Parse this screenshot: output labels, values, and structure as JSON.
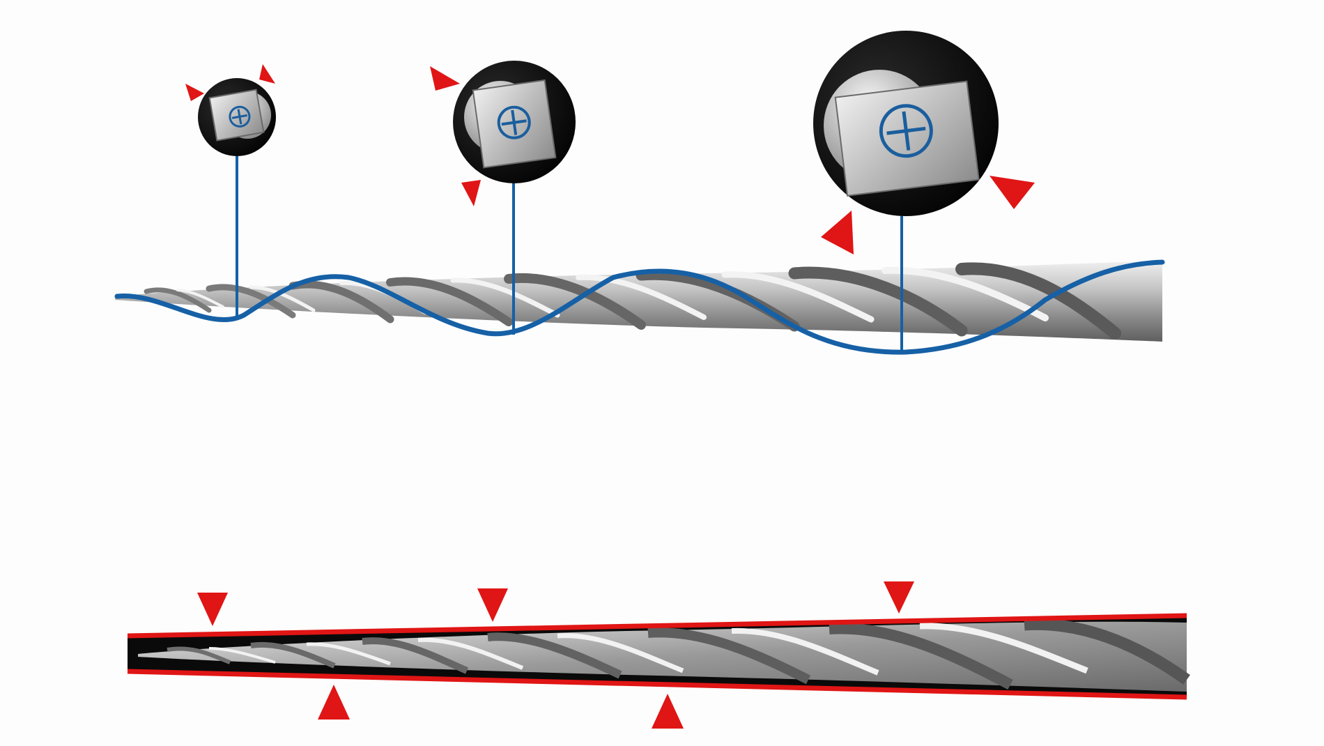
{
  "diagram": {
    "colors": {
      "background": "#fdfdfd",
      "file_steel_light": "#e2e2e2",
      "file_steel_mid": "#a9a9a9",
      "file_steel_dark": "#5f5f5f",
      "helix_line": "#1660a6",
      "marker": "#e01515",
      "canal_wall": "#e01515",
      "canal_fill": "#0a0a0a",
      "callout_disc": "#0a0a0a",
      "cross_section_square": "#c9c9c9",
      "cross_section_center": "#1a5e9e"
    },
    "upper_panel": {
      "subject": "twisted-file-with-blue-helix",
      "callouts": [
        {
          "name": "cross-section-small",
          "icon": "square-cross-section-icon",
          "arrows": 2
        },
        {
          "name": "cross-section-medium",
          "icon": "square-cross-section-icon",
          "arrows": 2
        },
        {
          "name": "cross-section-large",
          "icon": "square-cross-section-icon",
          "arrows": 2
        }
      ]
    },
    "lower_panel": {
      "subject": "file-inside-tapered-canal",
      "top_markers": 3,
      "bottom_markers": 2
    }
  }
}
